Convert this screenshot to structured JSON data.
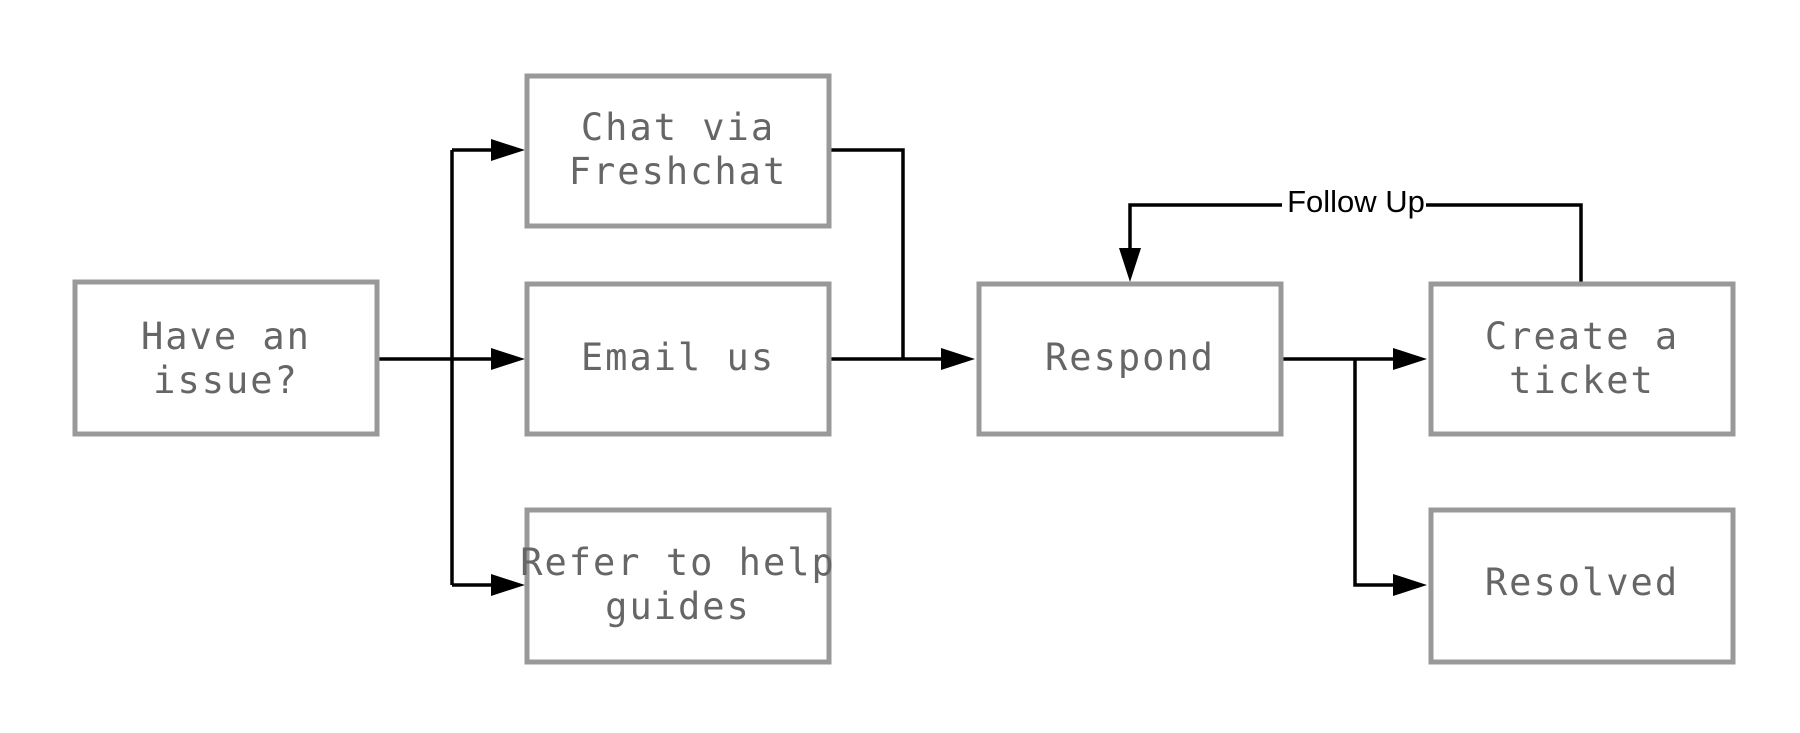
{
  "nodes": {
    "issue": {
      "lines": [
        "Have an",
        "issue?"
      ]
    },
    "chat": {
      "lines": [
        "Chat via",
        "Freshchat"
      ]
    },
    "email": {
      "lines": [
        "Email us"
      ]
    },
    "guides": {
      "lines": [
        "Refer to help",
        "guides"
      ]
    },
    "respond": {
      "lines": [
        "Respond"
      ]
    },
    "ticket": {
      "lines": [
        "Create a",
        "ticket"
      ]
    },
    "resolved": {
      "lines": [
        "Resolved"
      ]
    }
  },
  "edges": {
    "follow_up_label": "Follow Up"
  }
}
